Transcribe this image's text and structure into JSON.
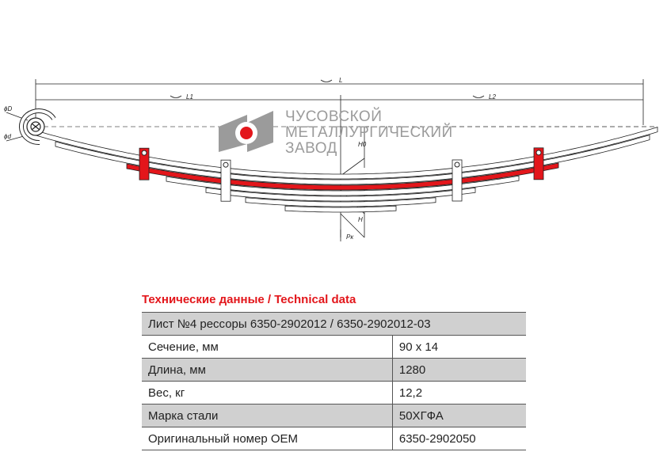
{
  "drawing": {
    "dim_labels": {
      "L": "L",
      "L1": "L1",
      "L2": "L2",
      "D": "ϕD",
      "d": "ϕd",
      "H0": "H0",
      "H": "H",
      "Pk": "Pк"
    },
    "highlight_color": "#e3161b"
  },
  "logo": {
    "line1": "ЧУСОВСКОЙ",
    "line2": "МЕТАЛЛУРГИЧЕСКИЙ",
    "line3": "ЗАВОД"
  },
  "tech": {
    "title": "Технические данные / Technical data",
    "header": "Лист №4 рессоры 6350-2902012 / 6350-2902012-03",
    "rows": [
      {
        "label": "Сечение, мм",
        "value": "90 x 14"
      },
      {
        "label": "Длина, мм",
        "value": "1280"
      },
      {
        "label": "Вес, кг",
        "value": "12,2"
      },
      {
        "label": "Марка стали",
        "value": "50ХГФА"
      },
      {
        "label": "Оригинальный номер OEM",
        "value": "6350-2902050"
      }
    ]
  }
}
